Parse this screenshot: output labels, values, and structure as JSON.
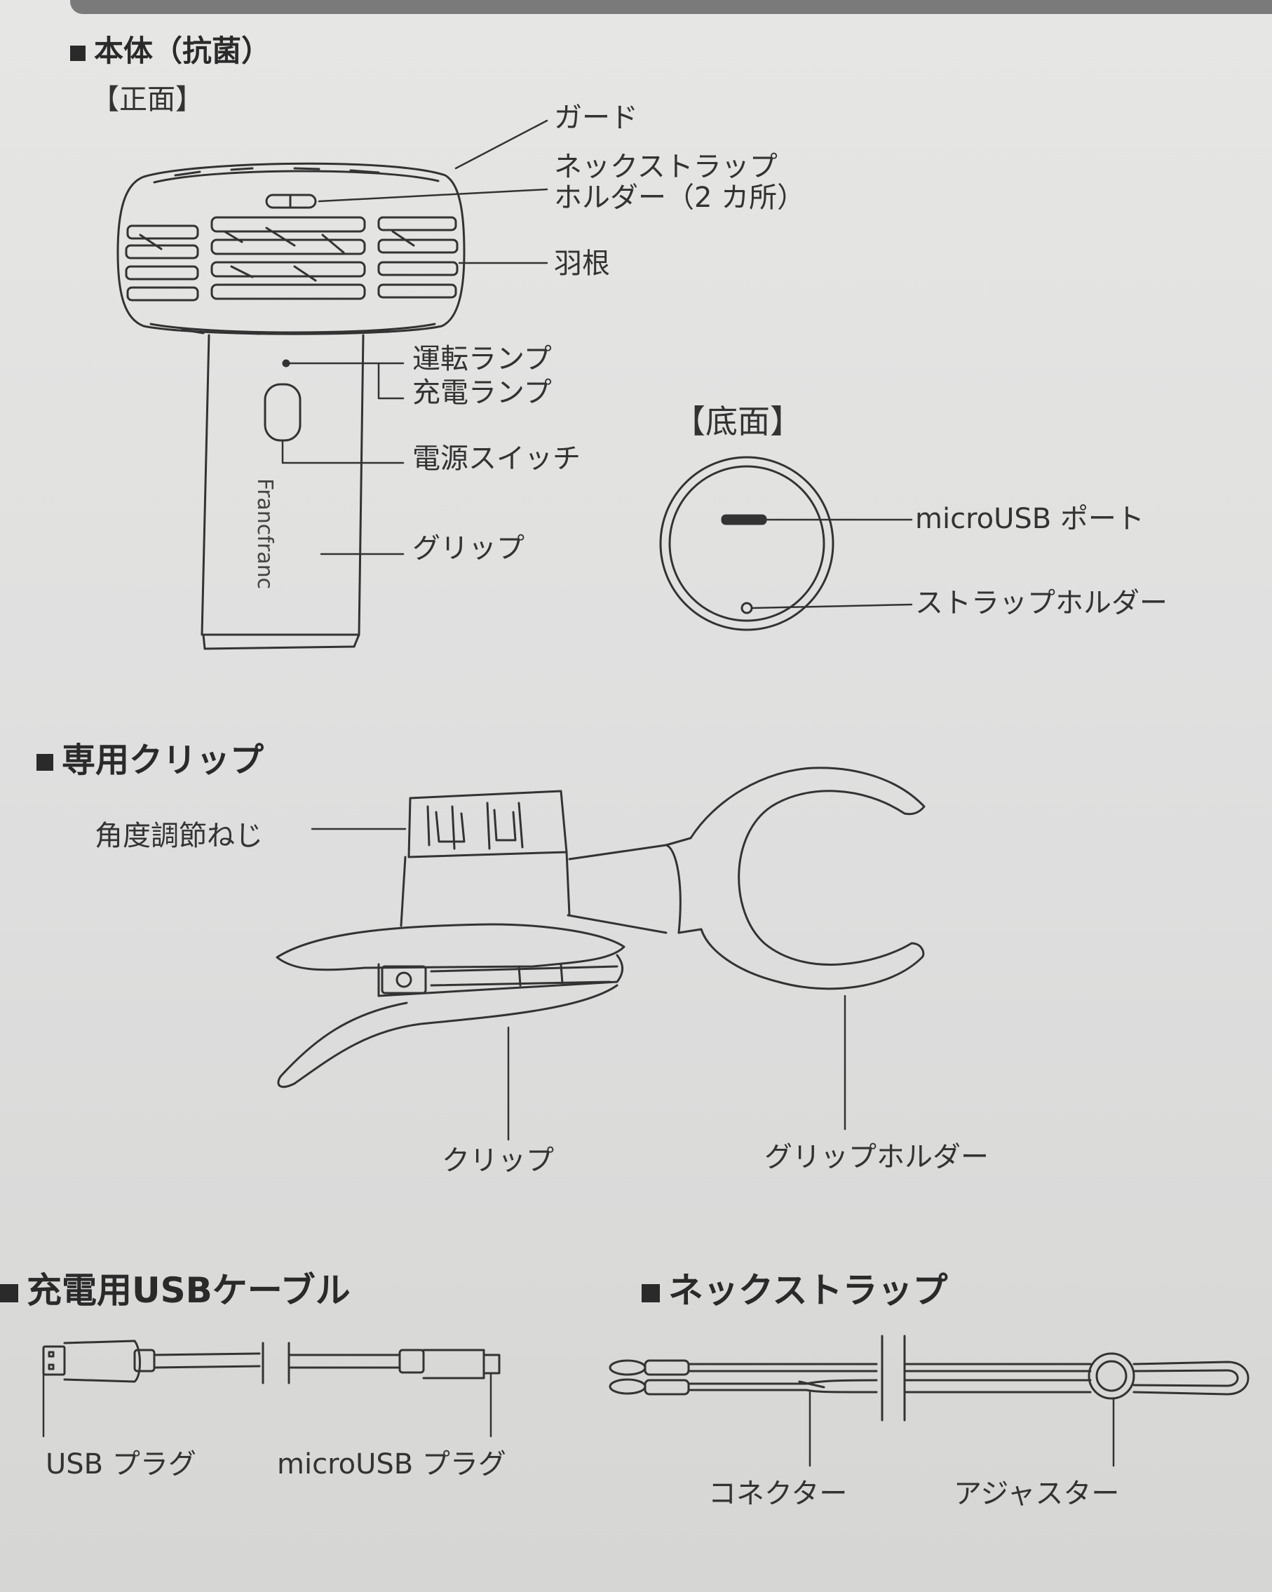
{
  "sections": {
    "main_body": "本体（抗菌）",
    "front_view": "【正面】",
    "bottom_view": "【底面】",
    "clip": "専用クリップ",
    "usb_cable": "充電用USBケーブル",
    "neck_strap": "ネックストラップ"
  },
  "brand": "Francfranc",
  "labels": {
    "guard": "ガード",
    "strap_holder_1": "ネックストラップ",
    "strap_holder_2": "ホルダー（2 カ所）",
    "blades": "羽根",
    "operation_lamp": "運転ランプ",
    "charge_lamp": "充電ランプ",
    "power_switch": "電源スイッチ",
    "grip": "グリップ",
    "micro_usb_port": "microUSB ポート",
    "strap_holder": "ストラップホルダー",
    "angle_screw": "角度調節ねじ",
    "clip": "クリップ",
    "grip_holder": "グリップホルダー",
    "usb_plug": "USB プラグ",
    "micro_usb_plug": "microUSB プラグ",
    "connector": "コネクター",
    "adjuster": "アジャスター"
  }
}
